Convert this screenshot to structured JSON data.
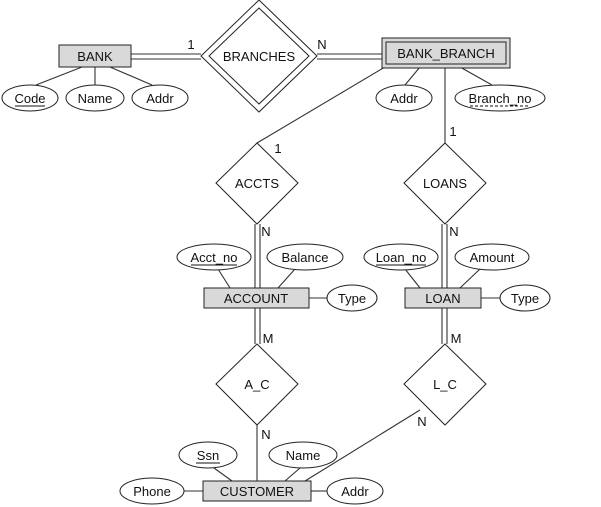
{
  "diagram": {
    "entities": {
      "bank": "BANK",
      "bank_branch": "BANK_BRANCH",
      "account": "ACCOUNT",
      "loan": "LOAN",
      "customer": "CUSTOMER"
    },
    "relationships": {
      "branches": "BRANCHES",
      "accts": "ACCTS",
      "loans": "LOANS",
      "a_c": "A_C",
      "l_c": "L_C"
    },
    "attributes": {
      "bank_code": "Code",
      "bank_name": "Name",
      "bank_addr": "Addr",
      "branch_addr": "Addr",
      "branch_no": "Branch_no",
      "acct_no": "Acct_no",
      "balance": "Balance",
      "account_type": "Type",
      "loan_no": "Loan_no",
      "amount": "Amount",
      "loan_type": "Type",
      "ssn": "Ssn",
      "customer_name": "Name",
      "phone": "Phone",
      "customer_addr": "Addr"
    },
    "cardinalities": {
      "bank_branches": "1",
      "branches_bank_branch": "N",
      "branch_accts": "1",
      "accts_account": "N",
      "branch_loans": "1",
      "loans_loan": "N",
      "account_ac": "M",
      "ac_customer": "N",
      "loan_lc": "M",
      "lc_customer": "N"
    }
  }
}
